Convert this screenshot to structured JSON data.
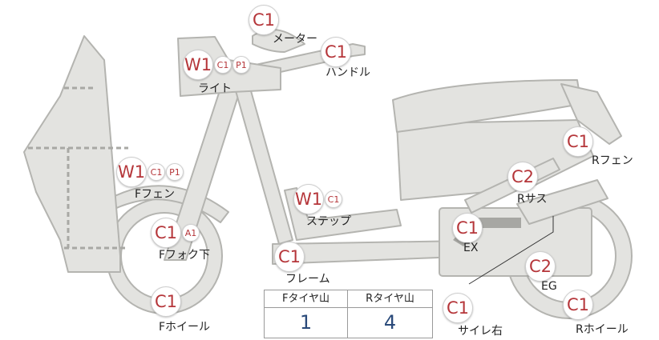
{
  "colors": {
    "body_fill": "#e3e3e0",
    "body_stroke": "#b4b4b0",
    "badge_text": "#b5363a",
    "value_text": "#2a4a7a"
  },
  "labels": {
    "meter": "メーター",
    "handle": "ハンドル",
    "light": "ライト",
    "f_fender": "Fフェン",
    "step": "ステップ",
    "f_fork": "Fフォク下",
    "frame": "フレーム",
    "f_wheel": "Fホイール",
    "r_fender": "Rフェン",
    "r_sus": "Rサス",
    "ex": "EX",
    "eg": "EG",
    "muffler_r": "サイレ右",
    "r_wheel": "Rホイール"
  },
  "badges": {
    "meter": [
      "C1"
    ],
    "handle": [
      "C1"
    ],
    "light": [
      "W1",
      "C1",
      "P1"
    ],
    "f_fender": [
      "W1",
      "C1",
      "P1"
    ],
    "step": [
      "W1",
      "C1"
    ],
    "f_fork": [
      "C1",
      "A1"
    ],
    "frame": [
      "C1"
    ],
    "f_wheel": [
      "C1"
    ],
    "r_fender": [
      "C1"
    ],
    "r_sus": [
      "C2"
    ],
    "ex": [
      "C1"
    ],
    "eg": [
      "C2"
    ],
    "muffler_r": [
      "C1"
    ],
    "r_wheel": [
      "C1"
    ]
  },
  "tire_table": {
    "headers": [
      "Fタイヤ山",
      "Rタイヤ山"
    ],
    "values": [
      "1",
      "4"
    ]
  }
}
